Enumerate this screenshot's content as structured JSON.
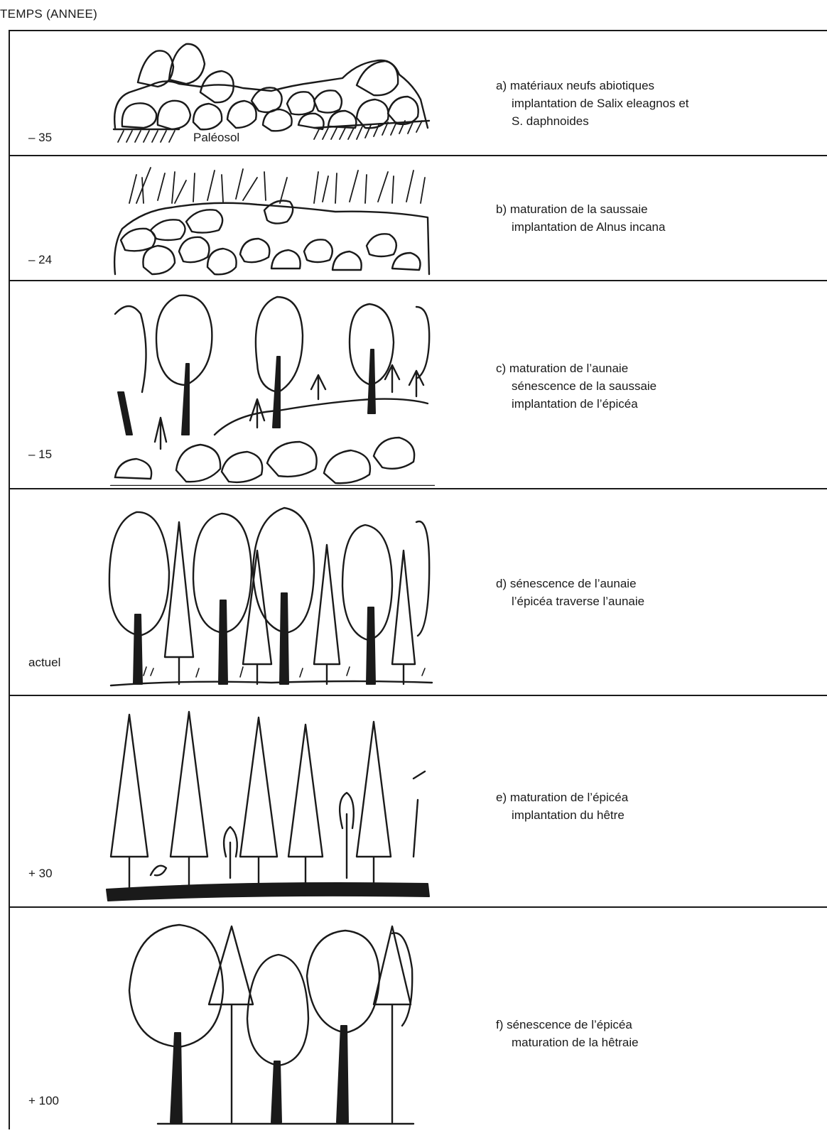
{
  "title": "TEMPS (ANNEE)",
  "stages": [
    {
      "time": "– 35",
      "lines": [
        "a) matériaux neufs abiotiques",
        "implantation de Salix eleagnos et",
        "S. daphnoides"
      ],
      "annotation": "Paléosol"
    },
    {
      "time": "– 24",
      "lines": [
        "b) maturation de la saussaie",
        "implantation de Alnus incana"
      ]
    },
    {
      "time": "– 15",
      "lines": [
        "c) maturation de l’aunaie",
        "sénescence de la saussaie",
        "implantation de l’épicéa"
      ]
    },
    {
      "time": "actuel",
      "lines": [
        "d) sénescence de l’aunaie",
        "l’épicéa traverse l’aunaie"
      ]
    },
    {
      "time": "+ 30",
      "lines": [
        "e) maturation de l’épicéa",
        "implantation du hêtre"
      ]
    },
    {
      "time": "+ 100",
      "lines": [
        "f) sénescence de l’épicéa",
        "maturation de la hêtraie"
      ]
    }
  ]
}
